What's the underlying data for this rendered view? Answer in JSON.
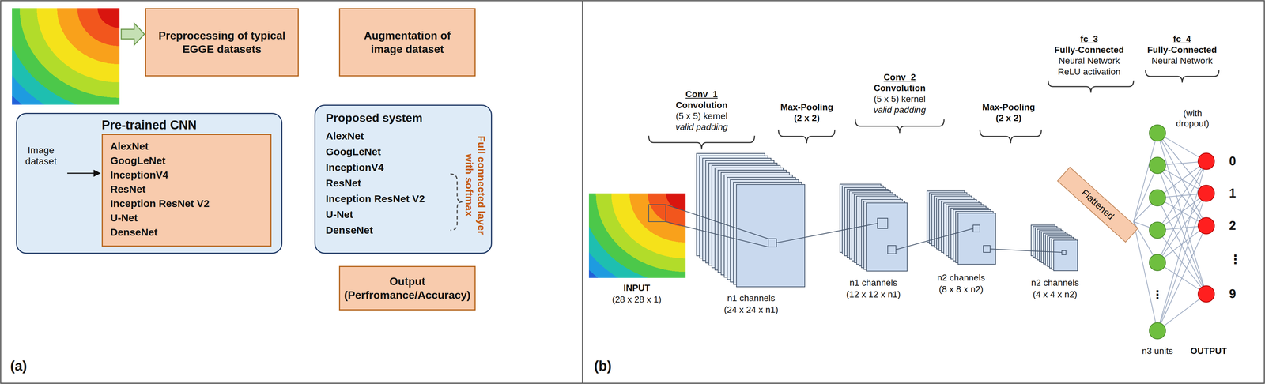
{
  "diagram": {
    "nodes": [
      {
        "text": [
          "Preprocessing of typical EGGE datasets"
        ]
      },
      {
        "text": [
          "Augmentation of image dataset"
        ]
      },
      {
        "text": [
          "Pre-trained CNN"
        ]
      },
      {
        "text": [
          "AlexNet",
          "GoogLeNet",
          "InceptionV4",
          "ResNet",
          "Inception ResNet V2",
          "U-Net",
          "DenseNet"
        ],
        "in": 2
      },
      {
        "text": [
          "Proposed system",
          "AlexNet",
          "GoogLeNet",
          "InceptionV4",
          "ResNet",
          "Inception ResNet V2",
          "U-Net",
          "DenseNet",
          "Full connected layer with softmax"
        ]
      },
      {
        "text": [
          "Output (Perfromance/Accuracy)"
        ]
      },
      {
        "text": [
          "Flattened"
        ]
      }
    ],
    "edges": [
      {
        "from": 0,
        "to": 1,
        "arrow": "to"
      },
      {
        "from": 1,
        "to": 4,
        "arrow": "to"
      },
      {
        "from": 2,
        "to": 4,
        "arrow": "to"
      },
      {
        "from": 4,
        "to": 5,
        "arrow": "to"
      }
    ],
    "labels": [
      "Image dataset",
      "(a)",
      "Conv_1",
      "Convolution",
      "(5 x 5) kernel",
      "valid padding",
      "Max-Pooling",
      "(2 x 2)",
      "Conv_2",
      "Convolution",
      "(5 x 5) kernel",
      "valid padding",
      "Max-Pooling",
      "(2 x 2)",
      "fc_3",
      "Fully-Connected",
      "Neural Network",
      "ReLU activation",
      "fc_4",
      "Fully-Connected",
      "Neural Network",
      "(with dropout)",
      "INPUT",
      "(28 x 28 x 1)",
      "n1 channels",
      "(24 x 24 x n1)",
      "n1 channels",
      "(12 x 12 x n1)",
      "n2 channels",
      "(8 x 8 x n2)",
      "n2 channels",
      "(4 x 4 x n2)",
      "⋮",
      "n3 units",
      "0",
      "1",
      "2",
      "⋮",
      "9",
      "OUTPUT",
      "(b)"
    ]
  }
}
